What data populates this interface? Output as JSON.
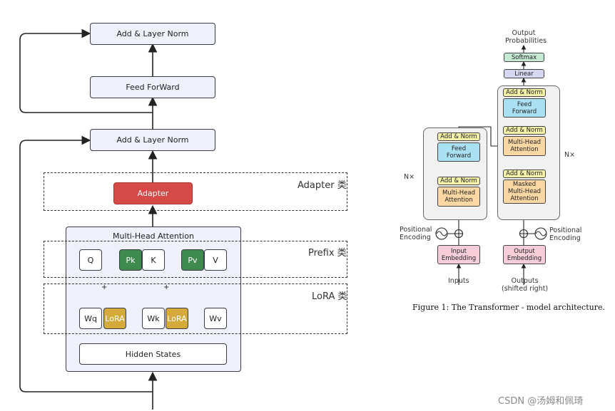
{
  "header_text": "",
  "left_diagram": {
    "add_norm_top": "Add & Layer Norm",
    "feed_forward": "Feed ForWard",
    "add_norm_mid": "Add & Layer Norm",
    "adapter_category": "Adapter 类",
    "adapter": "Adapter",
    "mha_title": "Multi-Head Attention",
    "prefix_category": "Prefix 类",
    "lora_category": "LoRA 类",
    "q": "Q",
    "pk": "Pk",
    "k": "K",
    "pv": "Pv",
    "v": "V",
    "wq": "Wq",
    "lora1": "LoRA",
    "wk": "Wk",
    "lora2": "LoRA",
    "wv": "Wv",
    "plus": "+",
    "hidden_states": "Hidden States"
  },
  "right_diagram": {
    "output_probabilities": "Output\nProbabilities",
    "softmax": "Softmax",
    "linear": "Linear",
    "add_norm": "Add & Norm",
    "feed_forward": "Feed\nForward",
    "multi_head_attention": "Multi-Head\nAttention",
    "masked_multi_head_attention": "Masked\nMulti-Head\nAttention",
    "input_embedding": "Input\nEmbedding",
    "output_embedding": "Output\nEmbedding",
    "positional_encoding": "Positional\nEncoding",
    "nx": "N×",
    "inputs": "Inputs",
    "outputs": "Outputs\n(shifted right)",
    "caption": "Figure 1: The Transformer - model architecture."
  },
  "watermark": "CSDN @汤姆和佩琦",
  "colors": {
    "green": "#3f8a4e",
    "gold": "#d4ab3a",
    "red": "#d44a47",
    "block_bg": "#eef0fa"
  }
}
